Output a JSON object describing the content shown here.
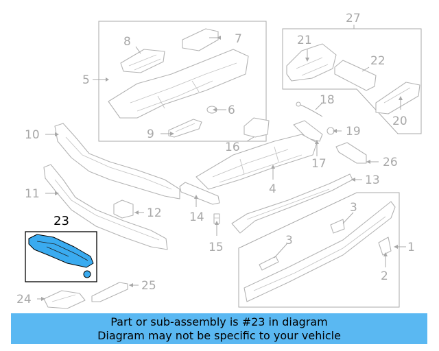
{
  "labels": {
    "n1": "1",
    "n2": "2",
    "n3a": "3",
    "n3b": "3",
    "n4": "4",
    "n5": "5",
    "n6": "6",
    "n7": "7",
    "n8": "8",
    "n9": "9",
    "n10": "10",
    "n11": "11",
    "n12": "12",
    "n13": "13",
    "n14": "14",
    "n15": "15",
    "n16": "16",
    "n17": "17",
    "n18": "18",
    "n19": "19",
    "n20": "20",
    "n21": "21",
    "n22": "22",
    "n23": "23",
    "n24": "24",
    "n25": "25",
    "n26": "26",
    "n27": "27"
  },
  "highlight_part": "23",
  "colors": {
    "highlight": "#3aabf0",
    "banner": "#5ab8f2",
    "diagram_lines": "#a8a8a8"
  },
  "banner": {
    "line1": "Part or sub-assembly is #23 in diagram",
    "line2": "Diagram may not be specific to your vehicle"
  }
}
